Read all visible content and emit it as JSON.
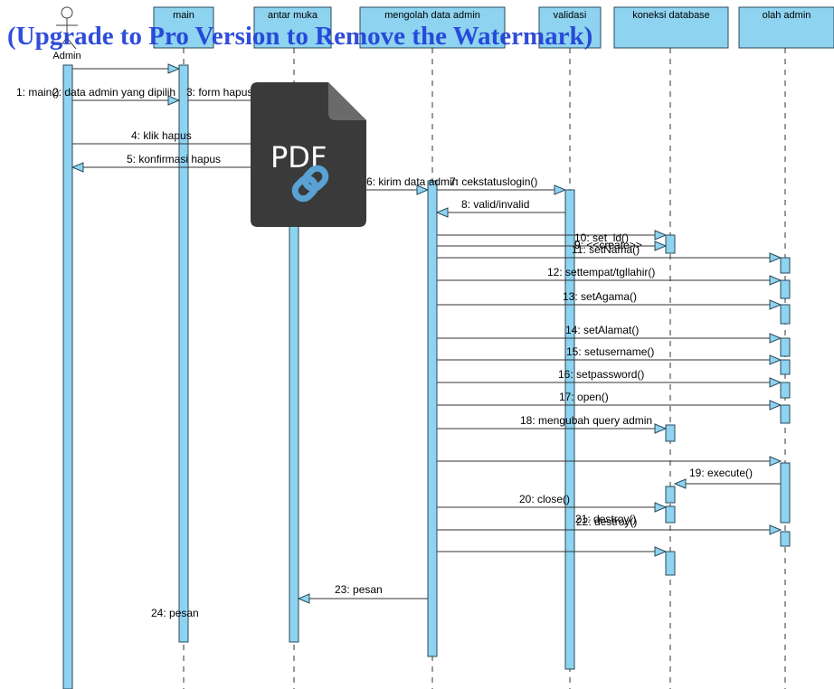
{
  "watermark": "(Upgrade to Pro Version to Remove the Watermark)",
  "colors": {
    "lifeline_head_fill": "#8ed3f0",
    "activation_fill": "#8ed3f0",
    "stroke": "#2a4a5a",
    "watermark": "#1f3fd8",
    "pdf_icon": "#3a3a3a"
  },
  "pdf_icon": {
    "label": "PDF",
    "icon": "pdf-link-icon"
  },
  "actor": {
    "name": "Admin",
    "icon": "stick-figure-icon"
  },
  "lifelines": [
    {
      "id": "main",
      "label": "main"
    },
    {
      "id": "antar",
      "label": "antar muka"
    },
    {
      "id": "mengolah",
      "label": "mengolah data admin"
    },
    {
      "id": "validasi",
      "label": "validasi"
    },
    {
      "id": "koneksi",
      "label": "koneksi database"
    },
    {
      "id": "olah",
      "label": "olah admin"
    }
  ],
  "messages": [
    {
      "label": "1: main()"
    },
    {
      "label": "2: data admin yang dipilih"
    },
    {
      "label": "3: form hapus"
    },
    {
      "label": "4: klik hapus"
    },
    {
      "label": "5: konfirmasi hapus"
    },
    {
      "label": "6: kirim data admin"
    },
    {
      "label": "7: cekstatuslogin()"
    },
    {
      "label": "8: valid/invalid"
    },
    {
      "label": "9: <<create>>"
    },
    {
      "label": "10: set_id()"
    },
    {
      "label": "11: setNama()"
    },
    {
      "label": "12: settempat/tgllahir()"
    },
    {
      "label": "13: setAgama()"
    },
    {
      "label": "14: setAlamat()"
    },
    {
      "label": "15: setusername()"
    },
    {
      "label": "16: setpassword()"
    },
    {
      "label": "17: open()"
    },
    {
      "label": "18: mengubah query admin"
    },
    {
      "label": "19: execute()"
    },
    {
      "label": "20: close()"
    },
    {
      "label": "21: destroy()"
    },
    {
      "label": "22: destroy()"
    },
    {
      "label": "23: pesan"
    },
    {
      "label": "24: pesan"
    }
  ]
}
